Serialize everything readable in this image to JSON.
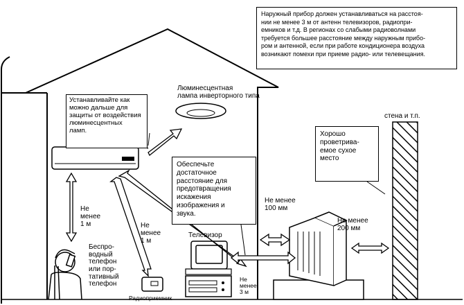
{
  "note": "Наружный прибор должен устанавливаться на расстоя-\nнии не менее 3 м от антенн телевизоров, радиопри-\nемников и т.д. В регионах со слабыми радиоволнами\nтребуется большее расстояние между наружным прибо-\nром и антенной, если при работе кондиционера воздуха\nвозникают помехи при приеме радио- или телевещания.",
  "lamp_title": "Люминесцентная\nлампа инверторного типа",
  "lamp_callout": "Устанавливайте как\nможно дальше для\nзащиты от воздействия\nлюминесцентных\nламп.",
  "distance_callout": "Обеспечьте\nдостаточное\nрасстояние для\nпредотвращения\nискажения\nизображения и\nзвука.",
  "ventilation_callout": "Хорошо\nпроветрива-\nемое сухое\nместо",
  "wall_label": "стена и т.п.",
  "min_1m_a": "Не\nменее\n1 м",
  "min_1m_b": "Не\nменее\n1 м",
  "min_100mm": "Не менее\n100 мм",
  "min_200mm": "Не менее\n200 мм",
  "min_3m": "Не\nменее\n3 м",
  "tv_label": "Телевизор",
  "radio_label": "Радиоприемник",
  "phone_label": "Беспро-\nводный\nтелефон\nили пор-\nтативный\nтелефон"
}
